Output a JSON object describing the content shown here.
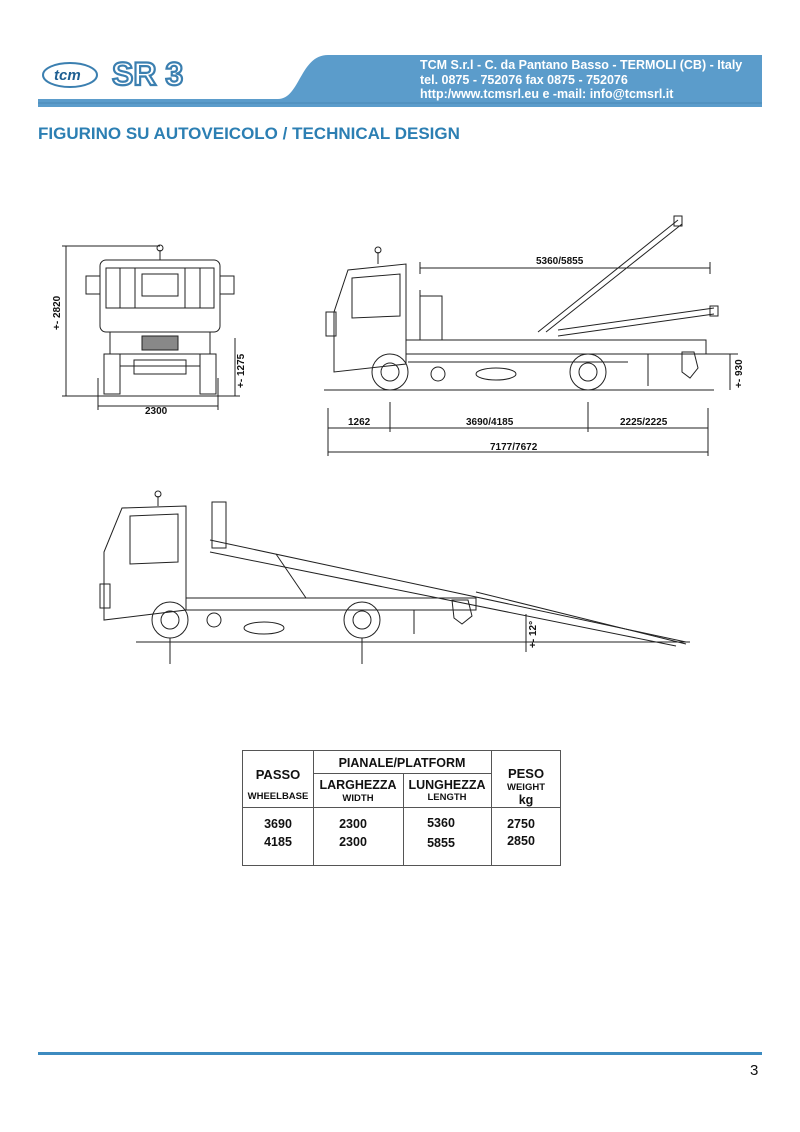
{
  "header": {
    "logo_tcm": "tcm",
    "logo_model": "SR 3",
    "company_line": "TCM S.r.l - C. da Pantano Basso - TERMOLI (CB) - Italy",
    "phone_line": "tel. 0875 - 752076   fax 0875 - 752076",
    "web_line": "http:/www.tcmsrl.eu  e -mail: info@tcmsrl.it",
    "band_color": "#5b9ccb"
  },
  "page_title": "FIGURINO SU AUTOVEICOLO / TECHNICAL DESIGN",
  "dimensions": {
    "front_height": "+- 2820",
    "front_frame_height": "+- 1275",
    "front_width": "2300",
    "platform_length": "5360/5855",
    "rear_height": "+- 930",
    "front_overhang": "1262",
    "wheelbase": "3690/4185",
    "rear_overhang": "2225/2225",
    "total_length": "7177/7672",
    "tilt_angle": "+- 12°"
  },
  "table": {
    "passo": "PASSO",
    "wheelbase": "WHEELBASE",
    "platform_header": "PIANALE/PLATFORM",
    "larghezza": "LARGHEZZA",
    "width": "WIDTH",
    "lunghezza": "LUNGHEZZA",
    "length": "LENGTH",
    "peso": "PESO",
    "weight": "WEIGHT",
    "kg": "kg",
    "rows": [
      {
        "passo": "3690",
        "width": "2300",
        "length": "5360",
        "weight": "2750"
      },
      {
        "passo": "4185",
        "width": "2300",
        "length": "5855",
        "weight": "2850"
      }
    ]
  },
  "page_number": "3"
}
